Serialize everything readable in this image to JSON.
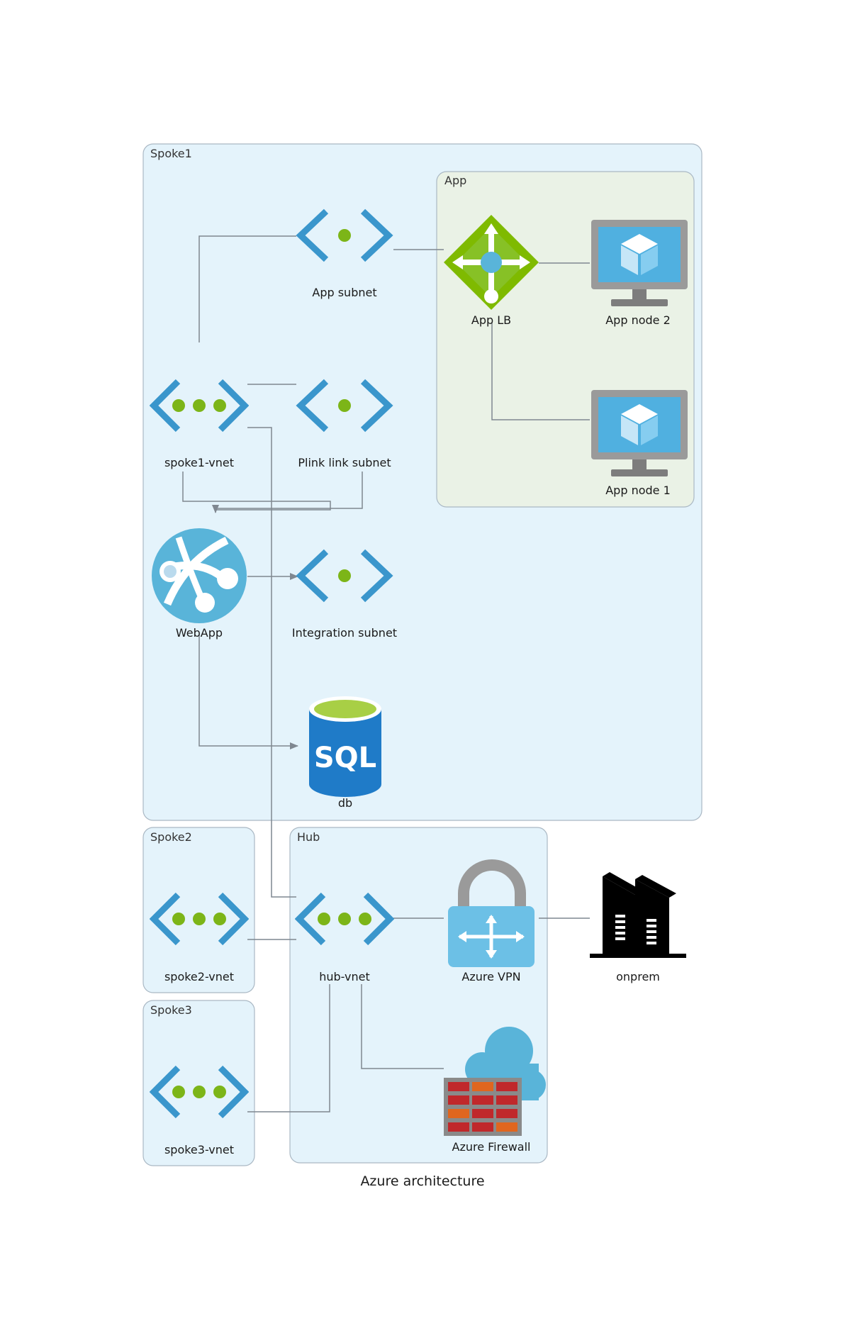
{
  "diagram": {
    "caption": "Azure architecture",
    "clusters": {
      "spoke1": "Spoke1",
      "app": "App",
      "spoke2": "Spoke2",
      "spoke3": "Spoke3",
      "hub": "Hub"
    },
    "nodes": {
      "app_subnet": "App subnet",
      "app_lb": "App LB",
      "app_node_2": "App node 2",
      "app_node_1": "App node 1",
      "spoke1_vnet": "spoke1-vnet",
      "plink_subnet": "Plink link subnet",
      "webapp": "WebApp",
      "integration_subnet": "Integration subnet",
      "db": "db",
      "spoke2_vnet": "spoke2-vnet",
      "spoke3_vnet": "spoke3-vnet",
      "hub_vnet": "hub-vnet",
      "azure_vpn": "Azure VPN",
      "onprem": "onprem",
      "azure_firewall": "Azure Firewall"
    },
    "colors": {
      "vnet_blue": "#3a96cc",
      "dot_green": "#7cb518",
      "spoke_fill": "#e4f3fb",
      "app_fill": "#eaf2e6",
      "lb_green": "#7fba00",
      "monitor_blue": "#50b0e0",
      "sql_blue": "#1f7bc8",
      "firewall_red": "#c0282b",
      "edge_gray": "#7f8790"
    }
  }
}
